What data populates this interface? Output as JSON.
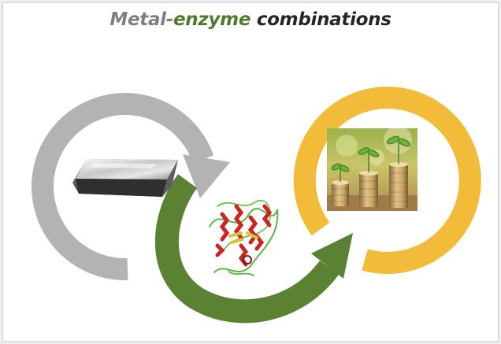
{
  "title": {
    "metal": "Metal",
    "dash": "-",
    "enzyme": "enzyme",
    "rest": " combinations"
  },
  "colors": {
    "metal_arrow": "#b3b3b3",
    "enzyme_arrow": "#5b8233",
    "growth_ring": "#f2bc3a",
    "title_gray": "#7f7f7f",
    "title_green": "#4f7a2e",
    "title_dark": "#262626"
  },
  "icons": [
    "metal-ingot-icon",
    "protein-structure-icon",
    "coin-stacks-plant-icon"
  ]
}
